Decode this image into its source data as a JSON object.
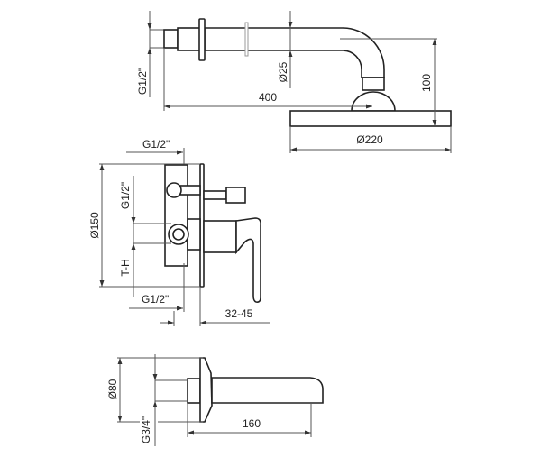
{
  "title": "Concealed shower mixer set – dimension drawing",
  "shower_arm": {
    "thread_label": "G1/2\"",
    "pipe_diameter_label": "Ø25",
    "arm_length_label": "400",
    "drop_height_label": "100",
    "head_diameter_label": "Ø220"
  },
  "mixer": {
    "top_thread_label": "G1/2\"",
    "plate_diameter_label": "Ø150",
    "side_thread_label": "G1/2\"",
    "th_label": "T-H",
    "bottom_thread_label": "G1/2\"",
    "depth_label": "32-45"
  },
  "spout": {
    "flange_diameter_label": "Ø80",
    "thread_label": "G3/4\"",
    "length_label": "160"
  }
}
